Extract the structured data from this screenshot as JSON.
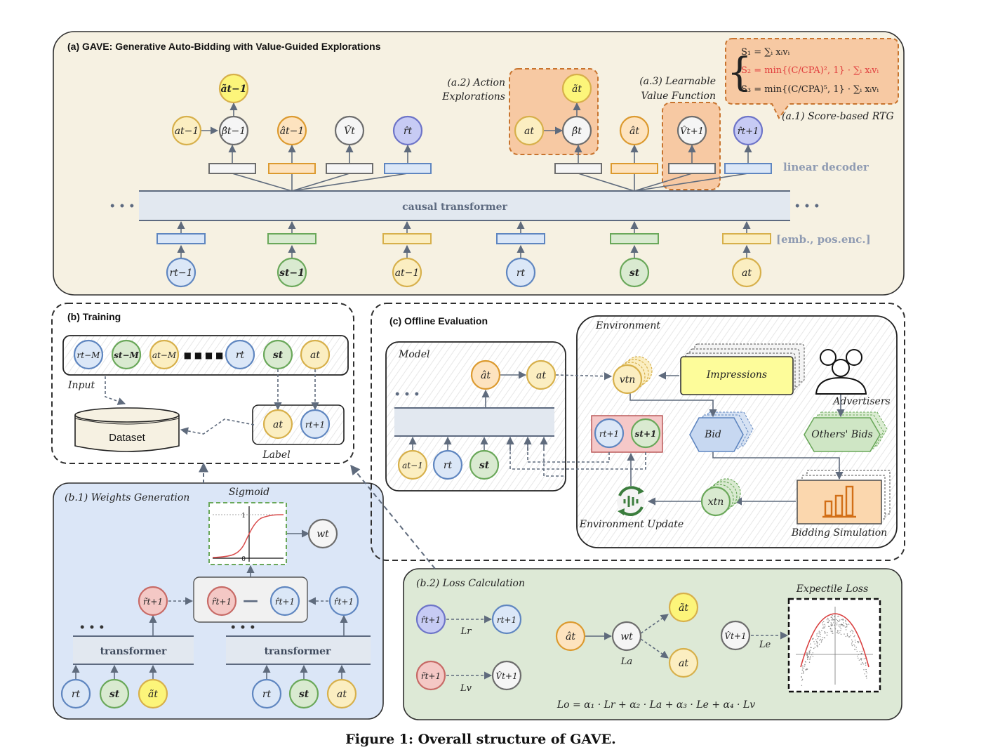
{
  "colors": {
    "panel_a": "#f6f1e2",
    "panel_b1": "#dbe6f7",
    "panel_b2": "#dde9d6",
    "highlight": "#f7c9a3",
    "highlight_border": "#c8742e",
    "blue": "#dbe7f7",
    "blue_stroke": "#5f86c0",
    "green": "#d9ead0",
    "green_stroke": "#6aa85a",
    "yellow": "#fbeec1",
    "yellow_stroke": "#d7b04b",
    "orange": "#fde3bf",
    "orange_stroke": "#dc9a2f",
    "red": "#f4c8c5",
    "red_stroke": "#c76a66",
    "bright_yellow": "#fcf57a",
    "purple": "#c7cbf4",
    "purple_stroke": "#6d74c8",
    "gray_node": "#f5f5f5",
    "gray_stroke": "#6d6d6d",
    "bar": "#e2e8f0",
    "bar_line": "#5d6a80",
    "edge": "#5f6b7d",
    "label_gray": "#8f9bb2",
    "red_text": "#e03c3c"
  },
  "section_a": {
    "title": "(a) GAVE: Generative Auto-Bidding with Value-Guided Explorations",
    "causal_transformer": "causal transformer",
    "linear_decoder": "linear decoder",
    "embedding": "[emb., pos.enc.]",
    "ellipsis": "• • •",
    "action_explorations_1": "(a.2) Action",
    "action_explorations_2": "Explorations",
    "value_function_1": "(a.3) Learnable",
    "value_function_2": "Value Function",
    "score_rtg": "(a.1) Score-based RTG",
    "score_brace": "{",
    "score_s1": "S₁ = ∑ᵢ xᵢvᵢ",
    "score_s2": "S₂ = min{(C/CPA)², 1} · ∑ᵢ xᵢvᵢ",
    "score_s3": "S₃ = min{(C/CPA)⁵, 1} · ∑ᵢ xᵢvᵢ"
  },
  "section_b": {
    "title": "(b) Training",
    "input": "Input",
    "dataset": "Dataset",
    "label": "Label",
    "dots": "■ ■ ■ ■"
  },
  "section_b1": {
    "title": "(b.1) Weights Generation",
    "sigmoid": "Sigmoid",
    "tick_one": "1",
    "tick_zero": "0",
    "minus": "—",
    "transformer": "transformer",
    "ellipsis": "• • •"
  },
  "section_b2": {
    "title": "(b.2) Loss Calculation",
    "expectile": "Expectile Loss",
    "lr": "Lr",
    "lv": "Lv",
    "la": "La",
    "le": "Le",
    "lo": "Lo = α₁ · Lr + α₂ · La + α₃ · Le + α₄ · Lv"
  },
  "section_c": {
    "title": "(c) Offline Evaluation",
    "model": "Model",
    "environment": "Environment",
    "impressions": "Impressions",
    "advertisers": "Advertisers",
    "bid": "Bid",
    "others_bids": "Others' Bids",
    "env_update": "Environment Update",
    "bidding_sim": "Bidding Simulation",
    "ellipsis": "• • •"
  },
  "symbols": {
    "r_t1m": "rt−1",
    "s_t1m": "st−1",
    "a_t1m": "at−1",
    "r_t": "rt",
    "s_t": "st",
    "a_t": "at",
    "a_tilde_t1m": "ãt−1",
    "a_t1m_sm": "at−1",
    "beta_t1m": "β̂t−1",
    "a_hat_t1m": "ât−1",
    "v_hat_t": "V̂t",
    "r_hat_t": "r̂t",
    "a_tilde_t": "ãt",
    "a_t_sm": "at",
    "beta_t": "β̂t",
    "a_hat_t": "ât",
    "v_hat_t1": "V̂t+1",
    "r_hat_t1": "r̂t+1",
    "r_tM": "rt−M",
    "s_tM": "st−M",
    "a_tM": "at−M",
    "r_t_in": "rt",
    "s_t_in": "st",
    "a_t_in": "at",
    "lbl_a": "at",
    "lbl_r": "rt+1",
    "w_t": "wt",
    "rt1_tilde_a": "r̃t+1",
    "rt1_tilde_b": "r̃t+1",
    "rt1_hat_b": "r̂t+1",
    "rt1_hat_c": "r̂t+1",
    "b1_r1": "rt",
    "b1_s1": "st",
    "b1_a1": "ãt",
    "b1_r2": "rt",
    "b1_s2": "st",
    "b1_a2": "at",
    "b2_rhat": "r̂t+1",
    "b2_r": "rt+1",
    "b2_rtil": "r̃t+1",
    "b2_vhat": "V̂t+1",
    "b2_ahat": "ât",
    "b2_w": "wt",
    "b2_atil": "ãt",
    "b2_a": "at",
    "b2_vhat2": "V̂t+1",
    "c_ahat": "ât",
    "c_a": "at",
    "c_at1m": "at−1",
    "c_rt": "rt",
    "c_st": "st",
    "c_rt1": "rt+1",
    "c_st1": "st+1",
    "c_vtn": "vtn",
    "c_xtn": "xtn"
  },
  "caption": "Figure 1: Overall structure of GAVE."
}
